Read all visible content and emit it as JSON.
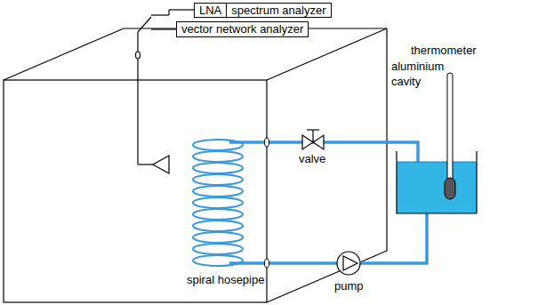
{
  "diagram": {
    "nodes": [
      {
        "text": [
          "LNA"
        ]
      },
      {
        "text": [
          "spectrum analyzer"
        ]
      },
      {
        "text": [
          "vector network analyzer"
        ]
      }
    ],
    "labels": [
      "aluminium cavity",
      "thermometer",
      "valve",
      "spiral hosepipe",
      "pump"
    ]
  }
}
